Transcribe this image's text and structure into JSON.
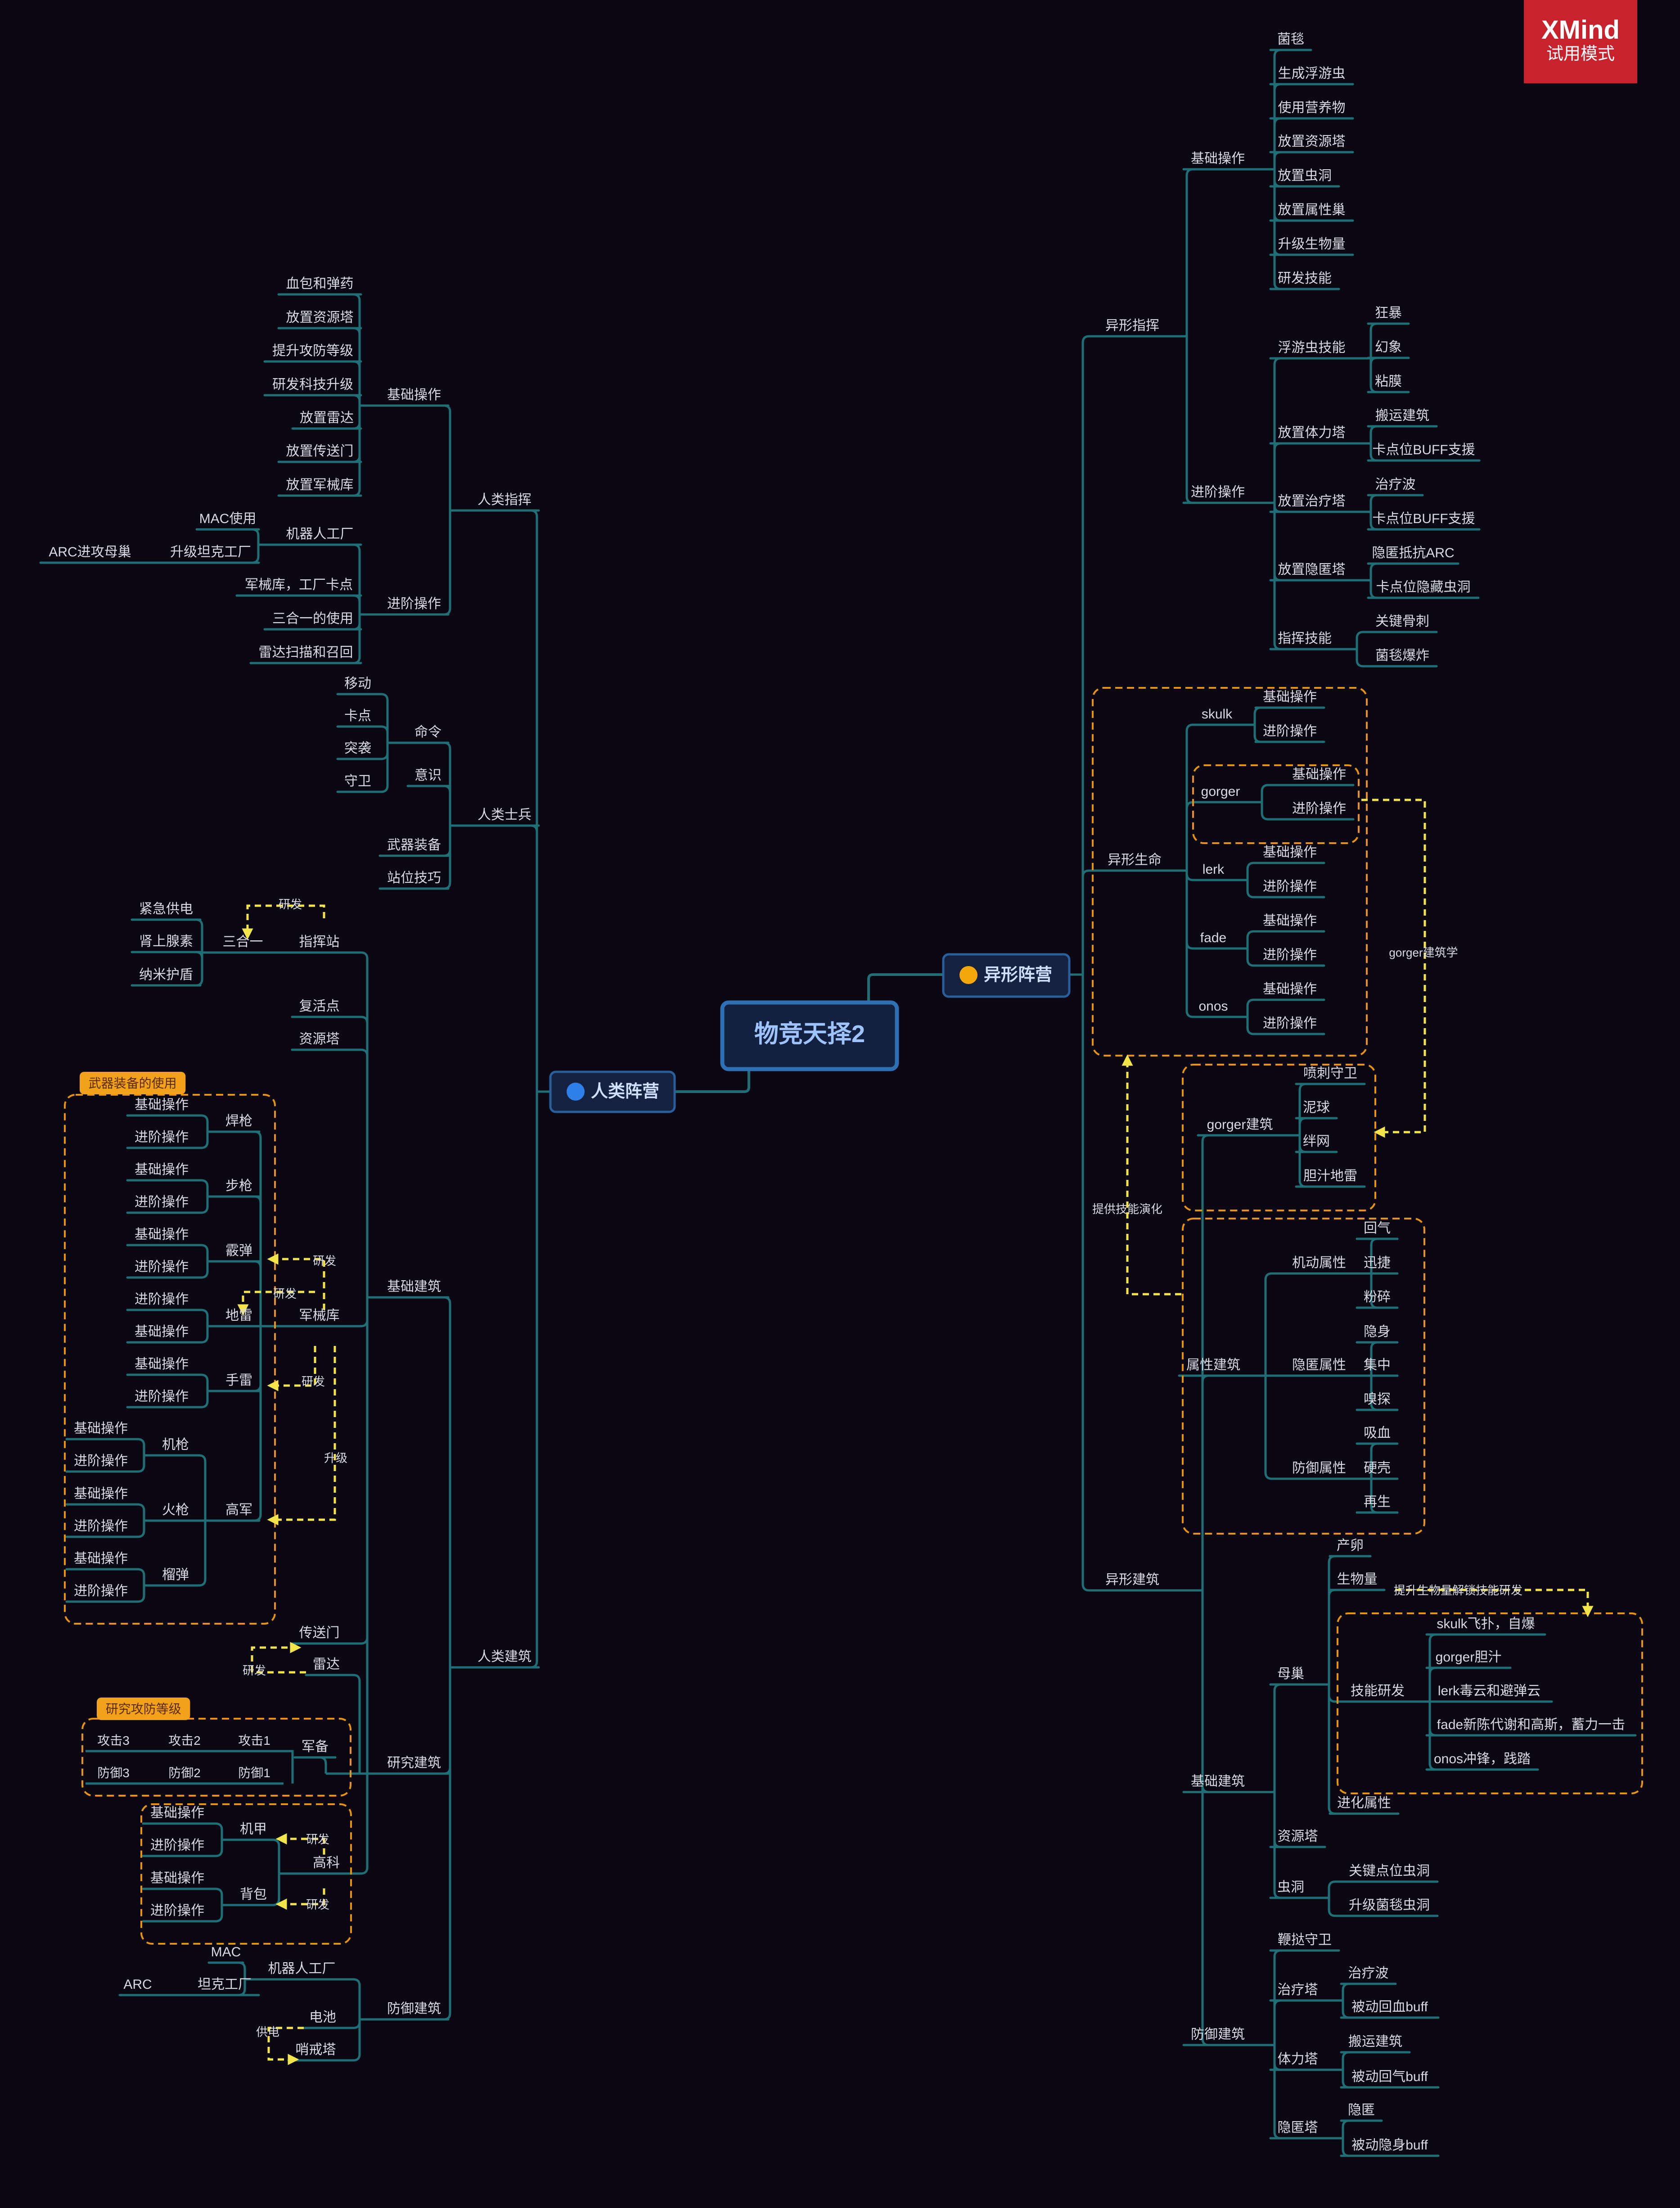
{
  "root": "物竞天择2",
  "watermark": {
    "line1": "XMind",
    "line2": "试用模式"
  },
  "colors": {
    "line": "#1f6f77",
    "text": "#d8dbe2",
    "dashed_box": "#e8930f",
    "arrow": "#f2e44a",
    "root_border": "#2f6fb3",
    "human_dot": "#2e7fe8",
    "alien_dot": "#f2a80b",
    "callout": "#f2a11a",
    "watermark": "#c8222d"
  },
  "human": {
    "label": "人类阵营",
    "commander": {
      "label": "人类指挥",
      "basic": {
        "label": "基础操作",
        "items": [
          "血包和弹药",
          "放置资源塔",
          "提升攻防等级",
          "研发科技升级",
          "放置雷达",
          "放置传送门",
          "放置军械库"
        ]
      },
      "advanced": {
        "label": "进阶操作",
        "robot_factory": "机器人工厂",
        "mac_use": "MAC使用",
        "upgrade_tank": "升级坦克工厂",
        "arc_siege": "ARC进攻母巢",
        "armory_factory": "军械库，工厂卡点",
        "three_in_one": "三合一的使用",
        "radar_scan": "雷达扫描和召回"
      }
    },
    "soldier": {
      "label": "人类士兵",
      "command": {
        "label": "命令",
        "items": [
          "移动",
          "卡点",
          "突袭",
          "守卫"
        ]
      },
      "awareness": "意识",
      "weapons": "武器装备",
      "positioning": "站位技巧"
    },
    "buildings": {
      "label": "人类建筑",
      "basic": {
        "label": "基础建筑",
        "command_station": "指挥站",
        "research_tag": "研发",
        "three_in_one": {
          "label": "三合一",
          "items": [
            "紧急供电",
            "肾上腺素",
            "纳米护盾"
          ]
        },
        "spawn_point": "复活点",
        "resource_tower": "资源塔",
        "weapons_callout": "武器装备的使用",
        "basic_op": "基础操作",
        "advanced_op": "进阶操作",
        "weapons": [
          "焊枪",
          "步枪",
          "霰弹",
          "地雷",
          "手雷"
        ],
        "armory": "军械库",
        "research": "研发",
        "upgrade": "升级",
        "heavy_armor": {
          "label": "高军",
          "items": [
            "机枪",
            "火枪",
            "榴弹"
          ]
        },
        "teleporter": "传送门"
      },
      "research": {
        "label": "研究建筑",
        "radar": "雷达",
        "research_tag": "研发",
        "callout": "研究攻防等级",
        "armory_supply": "军备",
        "attack": [
          "攻击3",
          "攻击2",
          "攻击1"
        ],
        "defense": [
          "防御3",
          "防御2",
          "防御1"
        ],
        "hightech": "高科",
        "mech": "机甲",
        "jetpack": "背包",
        "research_a": "研发",
        "research_b": "研发",
        "basic_op": "基础操作",
        "advanced_op": "进阶操作"
      },
      "defense": {
        "label": "防御建筑",
        "robot_factory": "机器人工厂",
        "mac": "MAC",
        "tank_factory": "坦克工厂",
        "arc": "ARC",
        "battery": "电池",
        "power": "供电",
        "sentry": "哨戒塔"
      }
    }
  },
  "alien": {
    "label": "异形阵营",
    "commander": {
      "label": "异形指挥",
      "basic": {
        "label": "基础操作",
        "items": [
          "菌毯",
          "生成浮游虫",
          "使用营养物",
          "放置资源塔",
          "放置虫洞",
          "放置属性巢",
          "升级生物量",
          "研发技能"
        ]
      },
      "advanced": {
        "label": "进阶操作",
        "drifter": {
          "label": "浮游虫技能",
          "items": [
            "狂暴",
            "幻象",
            "粘膜"
          ]
        },
        "shift": {
          "label": "放置体力塔",
          "items": [
            "搬运建筑",
            "卡点位BUFF支援"
          ]
        },
        "crag": {
          "label": "放置治疗塔",
          "items": [
            "治疗波",
            "卡点位BUFF支援"
          ]
        },
        "shade": {
          "label": "放置隐匿塔",
          "items": [
            "隐匿抵抗ARC",
            "卡点位隐藏虫洞"
          ]
        },
        "cmd_skills": {
          "label": "指挥技能",
          "items": [
            "关键骨刺",
            "菌毯爆炸"
          ]
        }
      }
    },
    "lifeforms": {
      "label": "异形生命",
      "items": [
        {
          "name": "skulk",
          "ops": [
            "基础操作",
            "进阶操作"
          ]
        },
        {
          "name": "gorger",
          "ops": [
            "基础操作",
            "进阶操作"
          ]
        },
        {
          "name": "lerk",
          "ops": [
            "基础操作",
            "进阶操作"
          ]
        },
        {
          "name": "fade",
          "ops": [
            "基础操作",
            "进阶操作"
          ]
        },
        {
          "name": "onos",
          "ops": [
            "基础操作",
            "进阶操作"
          ]
        }
      ],
      "gorger_link": "gorger建筑学",
      "evolution_link": "提供技能演化"
    },
    "buildings": {
      "label": "异形建筑",
      "gorger_buildings": {
        "label": "gorger建筑",
        "items": [
          "喷刺守卫",
          "泥球",
          "绊网",
          "胆汁地雷"
        ]
      },
      "trait": {
        "label": "属性建筑",
        "mobility": {
          "label": "机动属性",
          "items": [
            "回气",
            "迅捷",
            "粉碎"
          ]
        },
        "stealth": {
          "label": "隐匿属性",
          "items": [
            "隐身",
            "集中",
            "嗅探"
          ]
        },
        "defense": {
          "label": "防御属性",
          "items": [
            "吸血",
            "硬壳",
            "再生"
          ]
        }
      },
      "basic": {
        "label": "基础建筑",
        "hive": {
          "label": "母巢",
          "spawn": "产卵",
          "biomass": "生物量",
          "biomass_link": "提升生物量解锁技能研发",
          "skill_research": {
            "label": "技能研发",
            "items": [
              "skulk飞扑，自爆",
              "gorger胆汁",
              "lerk毒云和避弹云",
              "fade新陈代谢和高斯，蓄力一击",
              "onos冲锋，践踏"
            ]
          },
          "evolution": "进化属性"
        },
        "resource_tower": "资源塔",
        "wormhole": {
          "label": "虫洞",
          "items": [
            "关键点位虫洞",
            "升级菌毯虫洞"
          ]
        }
      },
      "defense": {
        "label": "防御建筑",
        "whip": "鞭挞守卫",
        "crag": {
          "label": "治疗塔",
          "items": [
            "治疗波",
            "被动回血buff"
          ]
        },
        "shift": {
          "label": "体力塔",
          "items": [
            "搬运建筑",
            "被动回气buff"
          ]
        },
        "shade": {
          "label": "隐匿塔",
          "items": [
            "隐匿",
            "被动隐身buff"
          ]
        }
      }
    }
  }
}
